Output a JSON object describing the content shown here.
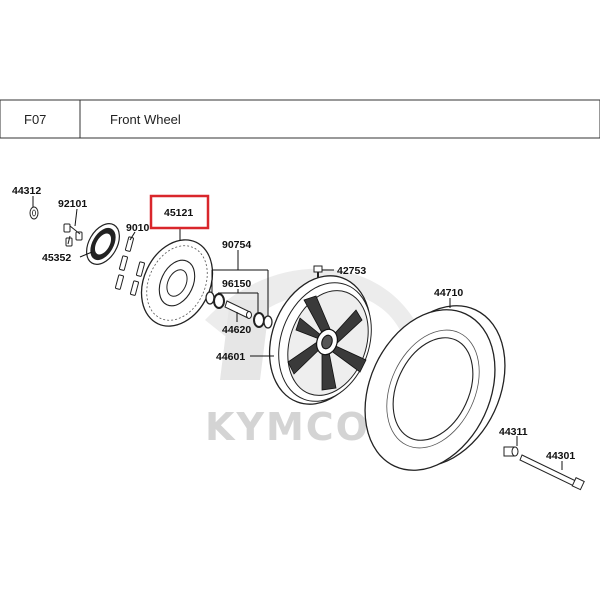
{
  "header": {
    "section_code": "F07",
    "section_title": "Front Wheel"
  },
  "watermark": {
    "brand": "KYMCO"
  },
  "highlight": {
    "color": "#d9262b",
    "part_number": "45121"
  },
  "parts": {
    "p44312": "44312",
    "p92101": "92101",
    "p9010": "9010",
    "p45352": "45352",
    "p45121": "45121",
    "p90754": "90754",
    "p96150": "96150",
    "p44620": "44620",
    "p44601": "44601",
    "p42753": "42753",
    "p44710": "44710",
    "p44311": "44311",
    "p44301": "44301"
  }
}
